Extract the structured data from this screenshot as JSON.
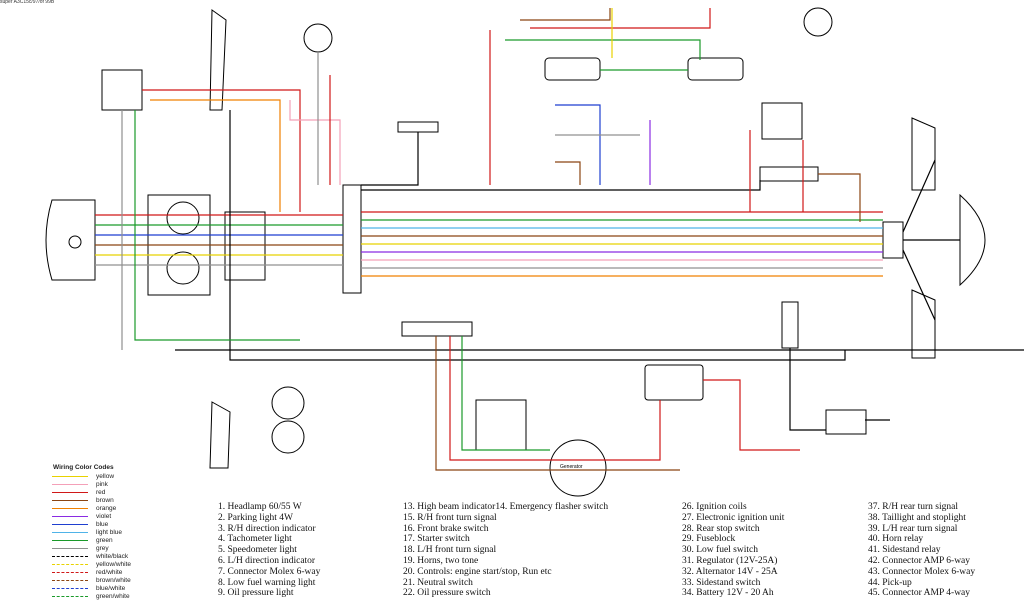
{
  "header": {
    "line1": "",
    "line2": "super A3C15c/97/of 99B"
  },
  "legend": {
    "title": "Wiring Color Codes",
    "items": [
      {
        "label": "yellow",
        "color": "#e8d200"
      },
      {
        "label": "pink",
        "color": "#f4a0b8"
      },
      {
        "label": "red",
        "color": "#d01818"
      },
      {
        "label": "brown",
        "color": "#8b4513"
      },
      {
        "label": "orange",
        "color": "#f08000"
      },
      {
        "label": "violet",
        "color": "#8a2be2"
      },
      {
        "label": "blue",
        "color": "#1f3fd0"
      },
      {
        "label": "light blue",
        "color": "#4fb3e8"
      },
      {
        "label": "green",
        "color": "#1a9a2a"
      },
      {
        "label": "grey",
        "color": "#909090"
      },
      {
        "label": "white/black",
        "color": "#000000"
      },
      {
        "label": "yellow/white",
        "color": "#e8d200"
      },
      {
        "label": "red/white",
        "color": "#d01818"
      },
      {
        "label": "brown/white",
        "color": "#8b4513"
      },
      {
        "label": "blue/white",
        "color": "#1f3fd0"
      },
      {
        "label": "green/white",
        "color": "#1a9a2a"
      }
    ]
  },
  "components": {
    "col1": [
      "1. Headlamp 60/55 W",
      "2. Parking light 4W",
      "3. R/H direction indicator",
      "4. Tachometer light",
      "5. Speedometer light",
      "6. L/H direction indicator",
      "7. Connector Molex 6-way",
      "8. Low fuel warning light",
      "9. Oil pressure light"
    ],
    "col2": [
      "13. High beam indicator14. Emergency flasher switch",
      "15. R/H front turn signal",
      "16. Front brake switch",
      "17. Starter switch",
      "18. L/H front turn signal",
      "19. Horns, two tone",
      "20. Controls: engine start/stop, Run etc",
      "21. Neutral switch",
      "22. Oil pressure switch"
    ],
    "col3": [
      "26. Ignition coils",
      "27. Electronic ignition unit",
      "28. Rear stop switch",
      "29. Fuseblock",
      "30. Low fuel switch",
      "31. Regulator (12V-25A)",
      "32. Alternator 14V - 25A",
      "33. Sidestand switch",
      "34. Battery 12V - 20 Ah"
    ],
    "col4": [
      "37. R/H rear turn signal",
      "38. Taillight and stoplight",
      "39. L/H rear turn signal",
      "40. Horn relay",
      "41. Sidestand relay",
      "42. Connector AMP 6-way",
      "43. Connector Molex 6-way",
      "44. Pick-up",
      "45. Connector AMP 4-way"
    ]
  },
  "diagram_labels": {
    "generator": "Generator"
  }
}
